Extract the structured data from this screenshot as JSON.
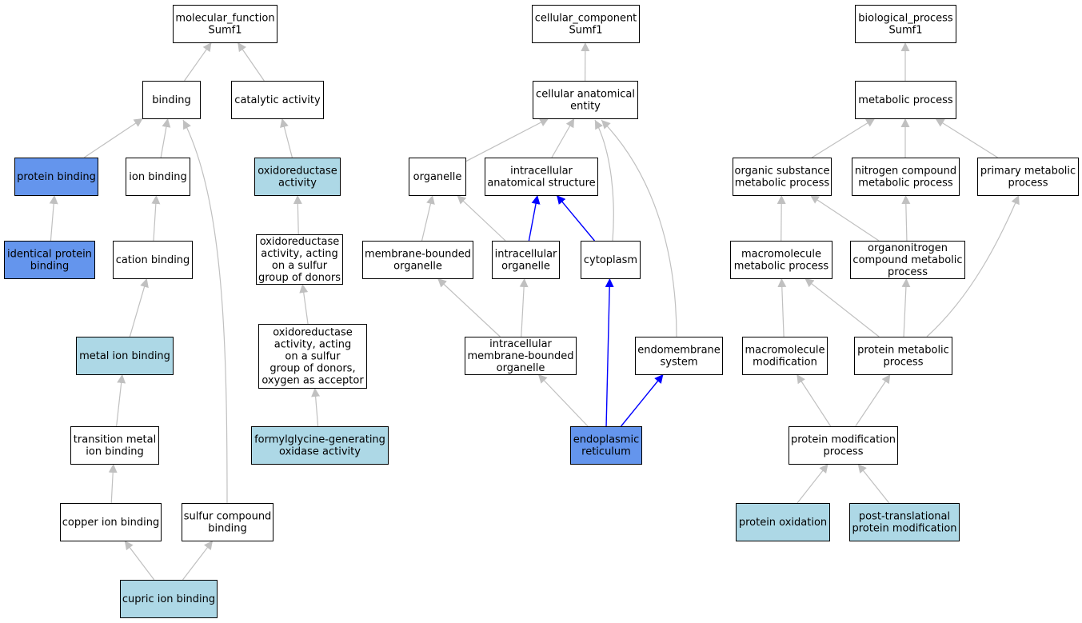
{
  "colors": {
    "white": "#ffffff",
    "highlight": "#6495ed",
    "annotated": "#add8e6",
    "edge_grey": "#c0c0c0",
    "edge_blue": "#0000ff"
  },
  "nodes": [
    {
      "id": "mf_root",
      "lines": [
        "molecular_function",
        "Sumf1"
      ],
      "fill": "white"
    },
    {
      "id": "binding",
      "lines": [
        "binding"
      ],
      "fill": "white"
    },
    {
      "id": "catalytic",
      "lines": [
        "catalytic activity"
      ],
      "fill": "white"
    },
    {
      "id": "protein_binding",
      "lines": [
        "protein binding"
      ],
      "fill": "highlight"
    },
    {
      "id": "ion_binding",
      "lines": [
        "ion binding"
      ],
      "fill": "white"
    },
    {
      "id": "oxidoreductase",
      "lines": [
        "oxidoreductase",
        "activity"
      ],
      "fill": "annotated"
    },
    {
      "id": "identical_protein",
      "lines": [
        "identical protein",
        "binding"
      ],
      "fill": "highlight"
    },
    {
      "id": "cation_binding",
      "lines": [
        "cation binding"
      ],
      "fill": "white"
    },
    {
      "id": "oxido_sulfur",
      "lines": [
        "oxidoreductase",
        "activity, acting",
        "on a sulfur",
        "group of donors"
      ],
      "fill": "white"
    },
    {
      "id": "metal_ion",
      "lines": [
        "metal ion binding"
      ],
      "fill": "annotated"
    },
    {
      "id": "oxido_sulfur_oxygen",
      "lines": [
        "oxidoreductase",
        "activity, acting",
        "on a sulfur",
        "group of donors,",
        "oxygen as acceptor"
      ],
      "fill": "white"
    },
    {
      "id": "transition_metal",
      "lines": [
        "transition metal",
        "ion binding"
      ],
      "fill": "white"
    },
    {
      "id": "fgly",
      "lines": [
        "formylglycine-generating",
        "oxidase activity"
      ],
      "fill": "annotated"
    },
    {
      "id": "copper_ion",
      "lines": [
        "copper ion binding"
      ],
      "fill": "white"
    },
    {
      "id": "sulfur_compound",
      "lines": [
        "sulfur compound",
        "binding"
      ],
      "fill": "white"
    },
    {
      "id": "cupric_ion",
      "lines": [
        "cupric ion binding"
      ],
      "fill": "annotated"
    },
    {
      "id": "cc_root",
      "lines": [
        "cellular_component",
        "Sumf1"
      ],
      "fill": "white"
    },
    {
      "id": "cae",
      "lines": [
        "cellular anatomical",
        "entity"
      ],
      "fill": "white"
    },
    {
      "id": "organelle",
      "lines": [
        "organelle"
      ],
      "fill": "white"
    },
    {
      "id": "ias",
      "lines": [
        "intracellular",
        "anatomical structure"
      ],
      "fill": "white"
    },
    {
      "id": "mbo",
      "lines": [
        "membrane-bounded",
        "organelle"
      ],
      "fill": "white"
    },
    {
      "id": "io",
      "lines": [
        "intracellular",
        "organelle"
      ],
      "fill": "white"
    },
    {
      "id": "cytoplasm",
      "lines": [
        "cytoplasm"
      ],
      "fill": "white"
    },
    {
      "id": "imbo",
      "lines": [
        "intracellular",
        "membrane-bounded",
        "organelle"
      ],
      "fill": "white"
    },
    {
      "id": "endomembrane",
      "lines": [
        "endomembrane",
        "system"
      ],
      "fill": "white"
    },
    {
      "id": "er",
      "lines": [
        "endoplasmic",
        "reticulum"
      ],
      "fill": "highlight"
    },
    {
      "id": "bp_root",
      "lines": [
        "biological_process",
        "Sumf1"
      ],
      "fill": "white"
    },
    {
      "id": "metabolic",
      "lines": [
        "metabolic process"
      ],
      "fill": "white"
    },
    {
      "id": "osmp",
      "lines": [
        "organic substance",
        "metabolic process"
      ],
      "fill": "white"
    },
    {
      "id": "ncmp",
      "lines": [
        "nitrogen compound",
        "metabolic process"
      ],
      "fill": "white"
    },
    {
      "id": "pmp",
      "lines": [
        "primary metabolic",
        "process"
      ],
      "fill": "white"
    },
    {
      "id": "mmp",
      "lines": [
        "macromolecule",
        "metabolic process"
      ],
      "fill": "white"
    },
    {
      "id": "oncmp",
      "lines": [
        "organonitrogen",
        "compound metabolic",
        "process"
      ],
      "fill": "white"
    },
    {
      "id": "mm",
      "lines": [
        "macromolecule",
        "modification"
      ],
      "fill": "white"
    },
    {
      "id": "protein_metabolic",
      "lines": [
        "protein metabolic",
        "process"
      ],
      "fill": "white"
    },
    {
      "id": "pmod",
      "lines": [
        "protein modification",
        "process"
      ],
      "fill": "white"
    },
    {
      "id": "prot_oxidation",
      "lines": [
        "protein oxidation"
      ],
      "fill": "annotated"
    },
    {
      "id": "ptm",
      "lines": [
        "post-translational",
        "protein modification"
      ],
      "fill": "annotated"
    }
  ],
  "edges": [
    {
      "from": "binding",
      "to": "mf_root",
      "color": "grey"
    },
    {
      "from": "catalytic",
      "to": "mf_root",
      "color": "grey"
    },
    {
      "from": "protein_binding",
      "to": "binding",
      "color": "grey"
    },
    {
      "from": "ion_binding",
      "to": "binding",
      "color": "grey"
    },
    {
      "from": "sulfur_compound",
      "to": "binding",
      "color": "grey"
    },
    {
      "from": "oxidoreductase",
      "to": "catalytic",
      "color": "grey"
    },
    {
      "from": "identical_protein",
      "to": "protein_binding",
      "color": "grey"
    },
    {
      "from": "cation_binding",
      "to": "ion_binding",
      "color": "grey"
    },
    {
      "from": "oxido_sulfur",
      "to": "oxidoreductase",
      "color": "grey"
    },
    {
      "from": "metal_ion",
      "to": "cation_binding",
      "color": "grey"
    },
    {
      "from": "oxido_sulfur_oxygen",
      "to": "oxido_sulfur",
      "color": "grey"
    },
    {
      "from": "transition_metal",
      "to": "metal_ion",
      "color": "grey"
    },
    {
      "from": "fgly",
      "to": "oxido_sulfur_oxygen",
      "color": "grey"
    },
    {
      "from": "copper_ion",
      "to": "transition_metal",
      "color": "grey"
    },
    {
      "from": "cupric_ion",
      "to": "copper_ion",
      "color": "grey"
    },
    {
      "from": "cupric_ion",
      "to": "sulfur_compound",
      "color": "grey"
    },
    {
      "from": "cae",
      "to": "cc_root",
      "color": "grey"
    },
    {
      "from": "organelle",
      "to": "cae",
      "color": "grey"
    },
    {
      "from": "ias",
      "to": "cae",
      "color": "grey"
    },
    {
      "from": "cytoplasm",
      "to": "cae",
      "color": "grey"
    },
    {
      "from": "endomembrane",
      "to": "cae",
      "color": "grey"
    },
    {
      "from": "mbo",
      "to": "organelle",
      "color": "grey"
    },
    {
      "from": "io",
      "to": "organelle",
      "color": "grey"
    },
    {
      "from": "io",
      "to": "ias",
      "color": "blue"
    },
    {
      "from": "cytoplasm",
      "to": "ias",
      "color": "blue"
    },
    {
      "from": "imbo",
      "to": "mbo",
      "color": "grey"
    },
    {
      "from": "imbo",
      "to": "io",
      "color": "grey"
    },
    {
      "from": "er",
      "to": "imbo",
      "color": "grey"
    },
    {
      "from": "er",
      "to": "cytoplasm",
      "color": "blue"
    },
    {
      "from": "er",
      "to": "endomembrane",
      "color": "blue"
    },
    {
      "from": "metabolic",
      "to": "bp_root",
      "color": "grey"
    },
    {
      "from": "osmp",
      "to": "metabolic",
      "color": "grey"
    },
    {
      "from": "ncmp",
      "to": "metabolic",
      "color": "grey"
    },
    {
      "from": "pmp",
      "to": "metabolic",
      "color": "grey"
    },
    {
      "from": "mmp",
      "to": "osmp",
      "color": "grey"
    },
    {
      "from": "oncmp",
      "to": "osmp",
      "color": "grey"
    },
    {
      "from": "oncmp",
      "to": "ncmp",
      "color": "grey"
    },
    {
      "from": "mm",
      "to": "mmp",
      "color": "grey"
    },
    {
      "from": "protein_metabolic",
      "to": "mmp",
      "color": "grey"
    },
    {
      "from": "protein_metabolic",
      "to": "oncmp",
      "color": "grey"
    },
    {
      "from": "protein_metabolic",
      "to": "pmp",
      "color": "grey"
    },
    {
      "from": "pmod",
      "to": "mm",
      "color": "grey"
    },
    {
      "from": "pmod",
      "to": "protein_metabolic",
      "color": "grey"
    },
    {
      "from": "prot_oxidation",
      "to": "pmod",
      "color": "grey"
    },
    {
      "from": "ptm",
      "to": "pmod",
      "color": "grey"
    }
  ]
}
